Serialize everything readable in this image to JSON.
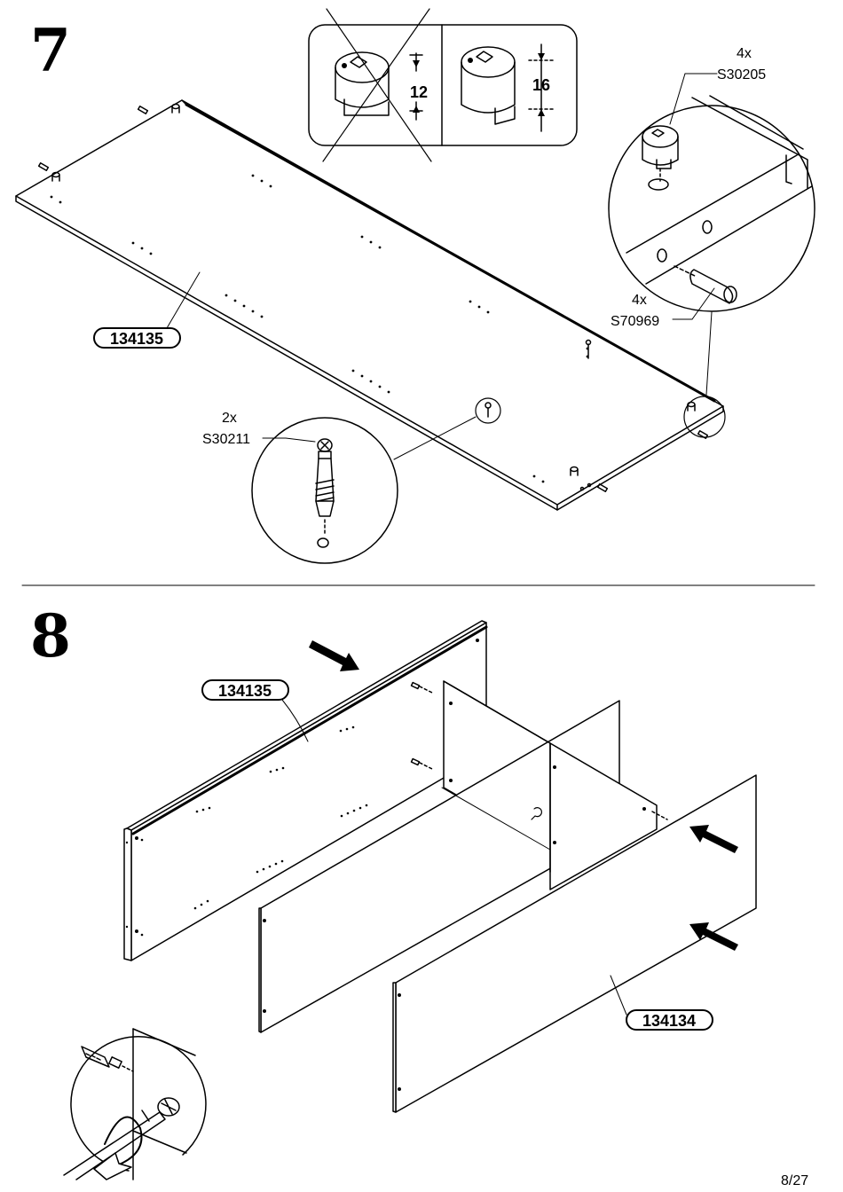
{
  "steps": [
    {
      "number": "7",
      "part_label": "134135",
      "detail_cam": {
        "dim_left": "12",
        "dim_right": "16"
      },
      "callouts": [
        {
          "qty": "4x",
          "code": "S30205"
        },
        {
          "qty": "4x",
          "code": "S70969"
        },
        {
          "qty": "2x",
          "code": "S30211"
        }
      ]
    },
    {
      "number": "8",
      "part_labels": [
        "134135",
        "134134"
      ]
    }
  ],
  "page_number": "8/27"
}
